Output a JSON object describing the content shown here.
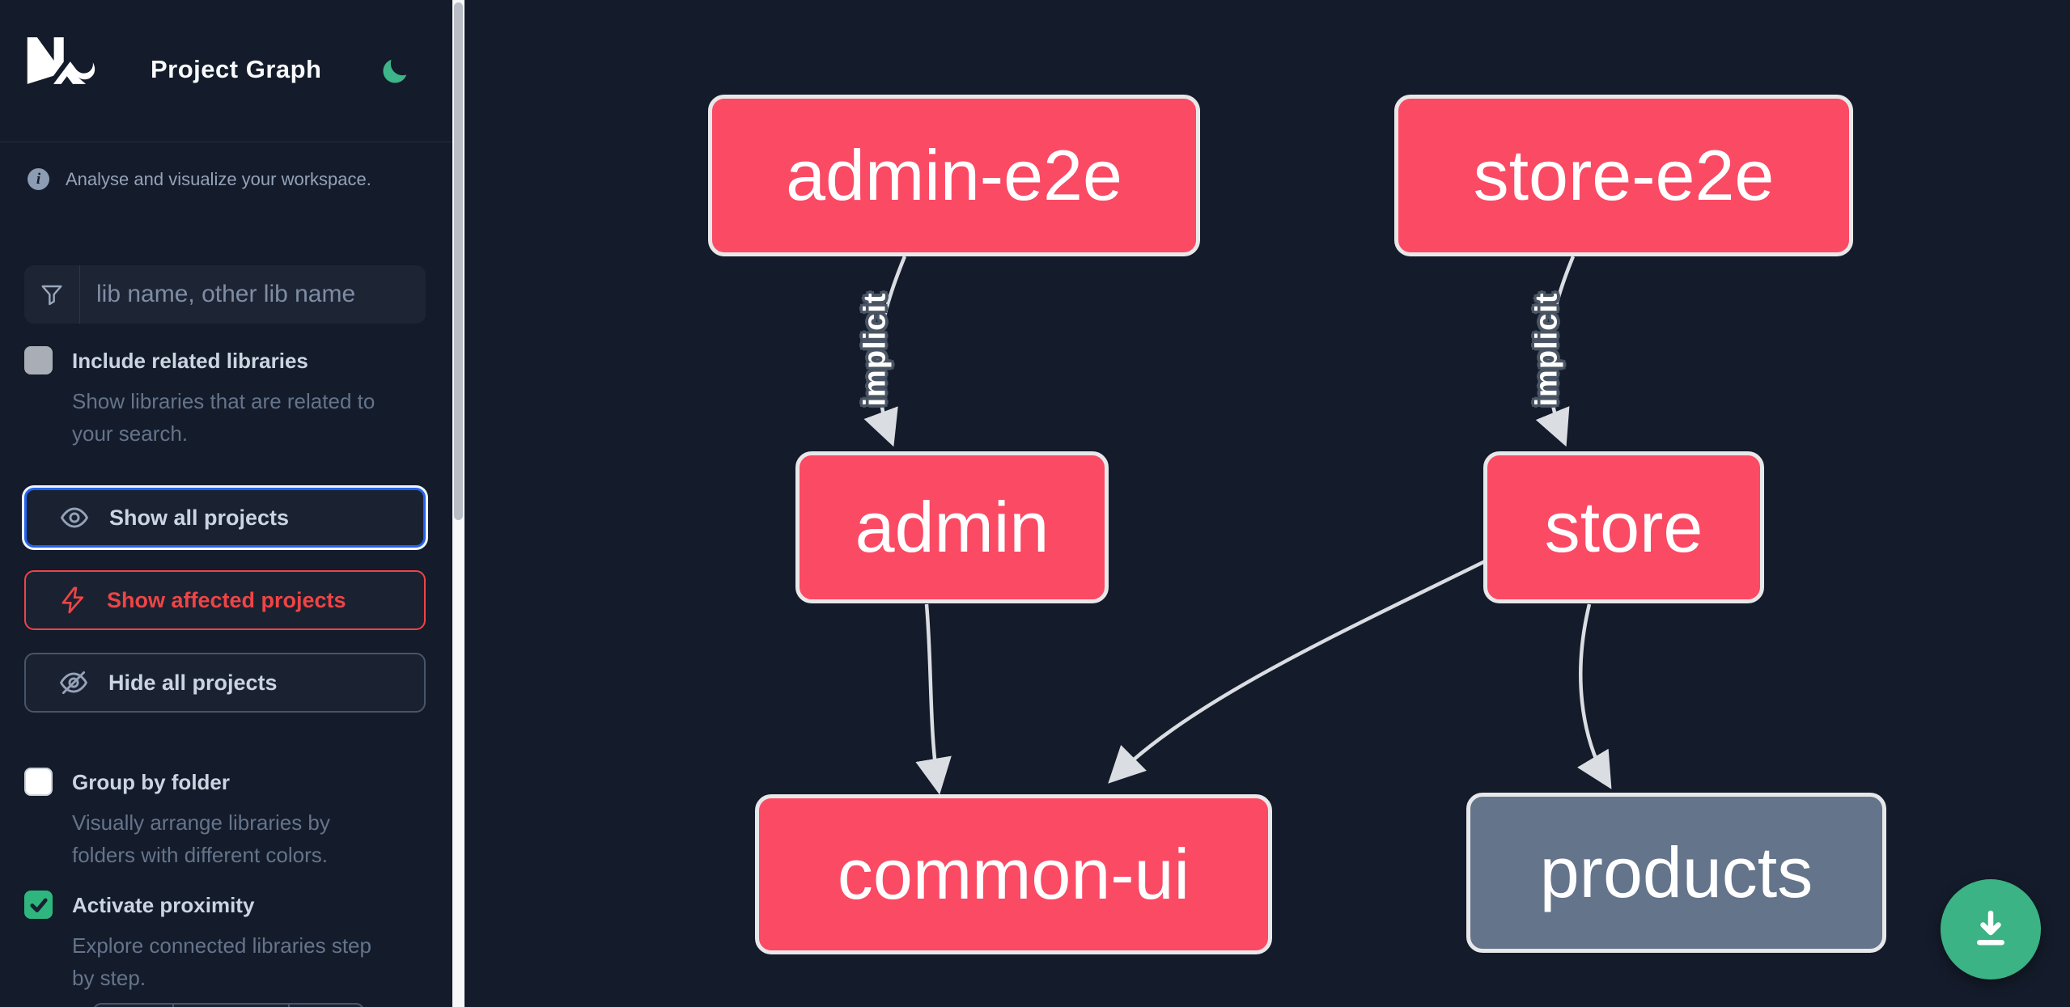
{
  "app": {
    "name": "Nx",
    "title": "Project Graph"
  },
  "colors": {
    "background": "#141b2a",
    "node_affected": "#fa4a64",
    "node_default": "#64748b",
    "node_border": "#e8e8ea",
    "edge": "#dadde2",
    "accent_green": "#3bb384",
    "focus_blue": "#2563eb",
    "danger_red": "#ef4444",
    "text_muted": "#94a3b8"
  },
  "sidebar": {
    "tagline": "Analyse and visualize your workspace.",
    "filter": {
      "placeholder": "lib name, other lib name"
    },
    "include_related": {
      "label": "Include related libraries",
      "desc_lines": [
        "Show libraries that are related to",
        "your search."
      ],
      "checked": false
    },
    "buttons": {
      "show_all": "Show all projects",
      "show_affected": "Show affected projects",
      "hide_all": "Hide all projects"
    },
    "group_by_folder": {
      "label": "Group by folder",
      "desc_lines": [
        "Visually arrange libraries by",
        "folders with different colors."
      ],
      "checked": false
    },
    "proximity": {
      "label": "Activate proximity",
      "desc_lines": [
        "Explore connected libraries step",
        "by step."
      ],
      "checked": true
    }
  },
  "graph": {
    "nodes": [
      {
        "label": "admin-e2e",
        "kind": "affected"
      },
      {
        "label": "store-e2e",
        "kind": "affected"
      },
      {
        "label": "admin",
        "kind": "affected"
      },
      {
        "label": "store",
        "kind": "affected"
      },
      {
        "label": "common-ui",
        "kind": "affected"
      },
      {
        "label": "products",
        "kind": "default"
      }
    ],
    "edges": [
      {
        "source": "admin-e2e",
        "target": "admin",
        "label": "implicit"
      },
      {
        "source": "store-e2e",
        "target": "store",
        "label": "implicit"
      },
      {
        "source": "admin",
        "target": "common-ui",
        "label": ""
      },
      {
        "source": "store",
        "target": "common-ui",
        "label": ""
      },
      {
        "source": "store",
        "target": "products",
        "label": ""
      }
    ]
  },
  "fab": {
    "icon": "download"
  }
}
